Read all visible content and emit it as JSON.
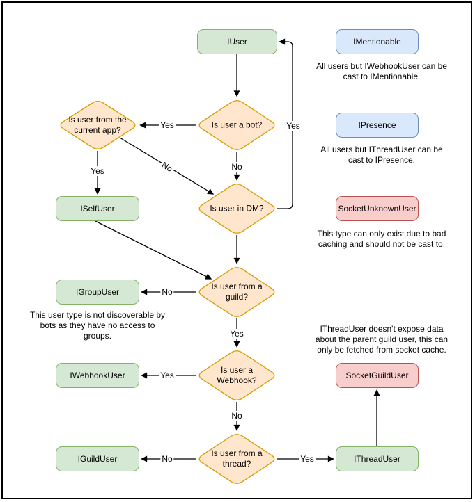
{
  "colors": {
    "node_green_fill": "#d5e8d4",
    "node_green_stroke": "#82b366",
    "node_blue_fill": "#dae8fc",
    "node_blue_stroke": "#6c8ebf",
    "node_red_fill": "#f8cecc",
    "node_red_stroke": "#b85450",
    "decision_fill": "#ffe6cc",
    "decision_stroke": "#d79b00",
    "edge": "#000000",
    "canvas_border": "#000000"
  },
  "nodes": {
    "iuser": {
      "label": "IUser"
    },
    "imentionable": {
      "label": "IMentionable"
    },
    "ipresence": {
      "label": "IPresence"
    },
    "socket_unknown_user": {
      "label": "SocketUnknownUser"
    },
    "iselfuser": {
      "label": "ISelfUser"
    },
    "igroupuser": {
      "label": "IGroupUser"
    },
    "iwebhookuser": {
      "label": "IWebhookUser"
    },
    "socket_guild_user": {
      "label": "SocketGuildUser"
    },
    "iguilduser": {
      "label": "IGuildUser"
    },
    "ithreaduser": {
      "label": "IThreadUser"
    }
  },
  "decisions": {
    "is_bot": {
      "label": "Is user a bot?"
    },
    "current_app": {
      "label": "Is user from the current app?"
    },
    "in_dm": {
      "label": "Is user in DM?"
    },
    "from_guild": {
      "label": "Is user from a guild?"
    },
    "is_webhook": {
      "label": "Is user a Webhook?"
    },
    "from_thread": {
      "label": "Is user from a thread?"
    }
  },
  "notes": {
    "mentionable": [
      "All users but IWebhookUser can be",
      "cast to IMentionable."
    ],
    "presence": [
      "All users but IThreadUser can be",
      "cast to IPresence."
    ],
    "unknown": [
      "This type can only exist due to bad",
      "caching and should not be cast to."
    ],
    "group": [
      "This user type is not discoverable by",
      "bots as they have no access to",
      "groups."
    ],
    "thread": [
      "IThreadUser doesn't expose data",
      "about the parent guild user, this can",
      "only be fetched from socket cache."
    ]
  },
  "edge_labels": {
    "bot_yes": "Yes",
    "bot_no": "No",
    "app_yes": "Yes",
    "app_no": "No",
    "dm_yes": "Yes",
    "guild_no": "No",
    "guild_yes": "Yes",
    "webhook_yes": "Yes",
    "webhook_no": "No",
    "thread_no": "No",
    "thread_yes": "Yes"
  }
}
